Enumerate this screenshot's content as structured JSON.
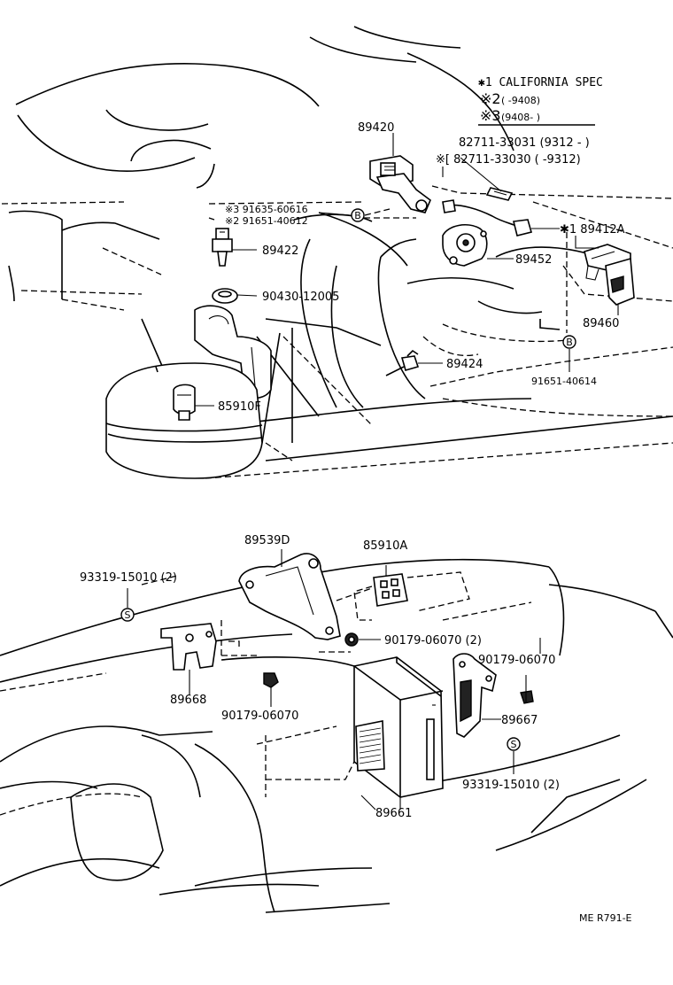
{
  "legend": {
    "line1": "✱1 CALIFORNIA SPEC",
    "line2_mark": "※2",
    "line2_text": "(      -9408)",
    "line3_mark": "※3",
    "line3_text": "(9408-       )"
  },
  "parts": {
    "p89420": "89420",
    "p82711_a": "82711-33031  (9312 -       )",
    "p82711_b": "※[ 82711-33030  (          -9312)",
    "p91635": "※3 91635-60616",
    "p91651_a": "※2 91651-40612",
    "p89422": "89422",
    "p89412a": "✱1  89412A",
    "p89452": "89452",
    "p90430": "90430-12005",
    "p89460": "89460",
    "p89424": "89424",
    "p91651_b": "91651-40614",
    "p85910f": "85910F",
    "p89539d": "89539D",
    "p85910a": "85910A",
    "p93319_a": "93319-15010 (2)",
    "p90179_a": "90179-06070 (2)",
    "p90179_b": "90179-06070",
    "p89668": "89668",
    "p89667": "89667",
    "p90179_c": "90179-06070",
    "p93319_b": "93319-15010 (2)",
    "p89661": "89661"
  },
  "markers": {
    "b": "B",
    "s": "S"
  },
  "footer": {
    "code": "ME  R791-E"
  }
}
